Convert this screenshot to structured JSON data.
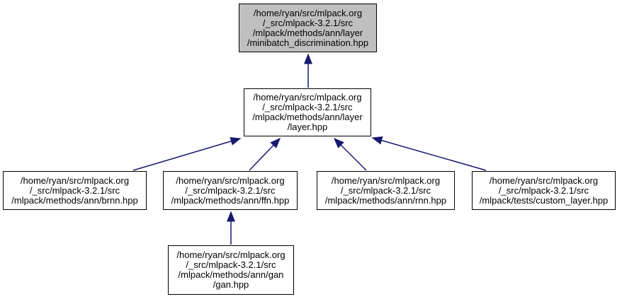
{
  "colors": {
    "edge": "#191970",
    "border": "#000000",
    "node-fill": "#ffffff",
    "current-fill": "#bfbfbf",
    "text": "#000000",
    "background": "#ffffff"
  },
  "nodes": [
    {
      "id": "minibatch_discrimination",
      "current": true,
      "label": "/home/ryan/src/mlpack.org\n/_src/mlpack-3.2.1/src\n/mlpack/methods/ann/layer\n/minibatch_discrimination.hpp"
    },
    {
      "id": "layer",
      "current": false,
      "label": "/home/ryan/src/mlpack.org\n/_src/mlpack-3.2.1/src\n/mlpack/methods/ann/layer\n/layer.hpp"
    },
    {
      "id": "brnn",
      "current": false,
      "label": "/home/ryan/src/mlpack.org\n/_src/mlpack-3.2.1/src\n/mlpack/methods/ann/brnn.hpp"
    },
    {
      "id": "ffn",
      "current": false,
      "label": "/home/ryan/src/mlpack.org\n/_src/mlpack-3.2.1/src\n/mlpack/methods/ann/ffn.hpp"
    },
    {
      "id": "rnn",
      "current": false,
      "label": "/home/ryan/src/mlpack.org\n/_src/mlpack-3.2.1/src\n/mlpack/methods/ann/rnn.hpp"
    },
    {
      "id": "custom_layer",
      "current": false,
      "label": "/home/ryan/src/mlpack.org\n/_src/mlpack-3.2.1/src\n/mlpack/tests/custom_layer.hpp"
    },
    {
      "id": "gan",
      "current": false,
      "label": "/home/ryan/src/mlpack.org\n/_src/mlpack-3.2.1/src\n/mlpack/methods/ann/gan\n/gan.hpp"
    }
  ],
  "edges": [
    {
      "from": "layer.hpp",
      "to": "minibatch_discrimination.hpp"
    },
    {
      "from": "brnn.hpp",
      "to": "layer.hpp"
    },
    {
      "from": "ffn.hpp",
      "to": "layer.hpp"
    },
    {
      "from": "rnn.hpp",
      "to": "layer.hpp"
    },
    {
      "from": "custom_layer.hpp",
      "to": "layer.hpp"
    },
    {
      "from": "gan.hpp",
      "to": "ffn.hpp"
    }
  ]
}
